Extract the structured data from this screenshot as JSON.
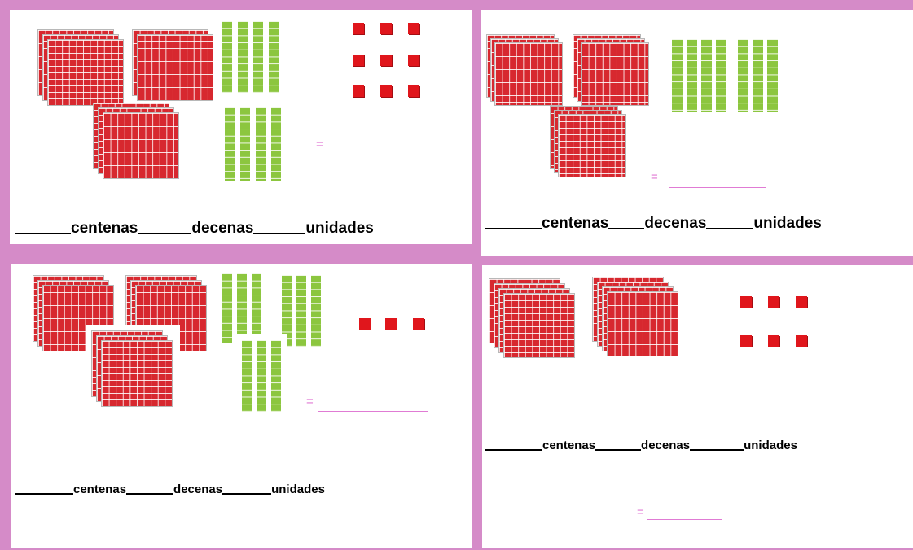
{
  "colors": {
    "frame": "#d58bc8",
    "hundred_block": "#d7282f",
    "ten_rod": "#8cc63f",
    "unit_cube": "#e0161c",
    "equals": "#e07bd4"
  },
  "icons": {
    "hundred": "hundred-flat-block",
    "ten": "ten-rod",
    "unit": "unit-cube"
  },
  "labels": {
    "centenas": "centenas",
    "decenas": "decenas",
    "unidades": "unidades",
    "equals_sign": "="
  },
  "exercises": [
    {
      "hundreds": 3,
      "tens": 8,
      "units": 9
    },
    {
      "hundreds": 3,
      "tens": 7,
      "units": 0
    },
    {
      "hundreds": 3,
      "tens": 9,
      "units": 3
    },
    {
      "hundreds": 2,
      "tens": 0,
      "units": 6
    }
  ]
}
